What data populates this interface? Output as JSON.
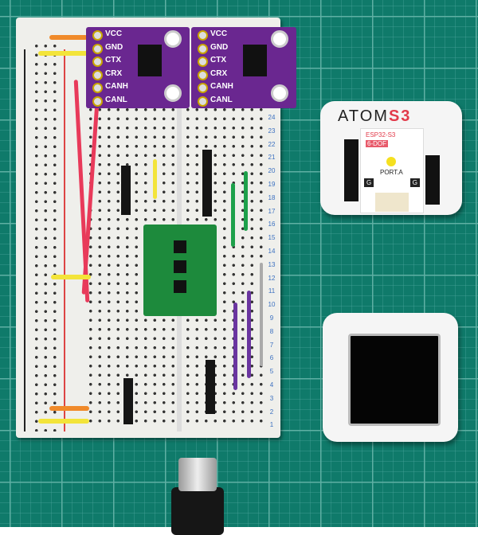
{
  "can_module": {
    "pins": [
      "VCC",
      "GND",
      "CTX",
      "CRX",
      "CANH",
      "CANL"
    ]
  },
  "atom_s3": {
    "brand": "ATOM",
    "model": "S3",
    "chip": "ESP32-S3",
    "port": "PORT.A",
    "ground": "G",
    "dof": "6-DOF"
  },
  "breadboard": {
    "row_labels": [
      "24",
      "23",
      "22",
      "21",
      "20",
      "19",
      "18",
      "17",
      "16",
      "15",
      "14",
      "13",
      "12",
      "11",
      "10",
      "9",
      "8",
      "7",
      "6",
      "5",
      "4",
      "3",
      "2",
      "1"
    ]
  },
  "colors": {
    "mat": "#0f7a6a",
    "can_module": "#6a2790",
    "shifter": "#1d8a3c"
  }
}
